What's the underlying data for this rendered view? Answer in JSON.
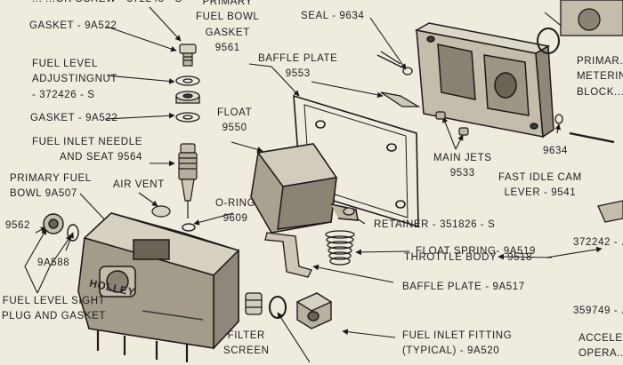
{
  "labels": {
    "top_cut_left": "... ...OR SCREW - 372248 - S",
    "gasket_9a522_top": "GASKET - 9A522",
    "fuel_level_nut": [
      "FUEL LEVEL",
      "ADJUSTINGNUT",
      "- 372426 - S"
    ],
    "gasket_9a522_mid": "GASKET - 9A522",
    "fuel_inlet_needle": [
      "FUEL INLET NEEDLE",
      "AND SEAT 9564"
    ],
    "primary_fuel_bowl": [
      "PRIMARY FUEL",
      "BOWL 9A507"
    ],
    "air_vent": "AIR VENT",
    "num_9562": "9562",
    "num_9a588": "9A588",
    "sight_plug": [
      "FUEL LEVEL SIGHT",
      "PLUG AND GASKET"
    ],
    "primary_bowl_gasket": [
      "PRIMARY",
      "FUEL BOWL",
      "GASKET",
      "9561"
    ],
    "seal": "SEAL - 9634",
    "baffle_plate_top": [
      "BAFFLE PLATE",
      "9553"
    ],
    "float": [
      "FLOAT",
      "9550"
    ],
    "o_ring": [
      "O-RING",
      "9609"
    ],
    "primary_metering_block": [
      "PRIMAR...",
      "METERIN...",
      "BLOCK..."
    ],
    "num_9634": "9634",
    "main_jets": [
      "MAIN JETS",
      "9533"
    ],
    "fast_idle_cam": [
      "FAST IDLE CAM",
      "LEVER - 9541"
    ],
    "num_372242": "372242 - ...",
    "retainer": "RETAINER - 351826 - S",
    "float_spring": "FLOAT SPRING- 9A519",
    "throttle_body": "THROTTLE BODY - 9518",
    "num_359749": "359749 - ...",
    "baffle_plate_bottom": "BAFFLE PLATE - 9A517",
    "filter_screen": [
      "FILTER",
      "SCREEN"
    ],
    "fuel_inlet_fitting": [
      "FUEL INLET FITTING",
      "(TYPICAL) - 9A520"
    ],
    "accel_cut": [
      "ACCELE...",
      "OPERA..."
    ],
    "bowl_logo": "HOLLEY"
  }
}
